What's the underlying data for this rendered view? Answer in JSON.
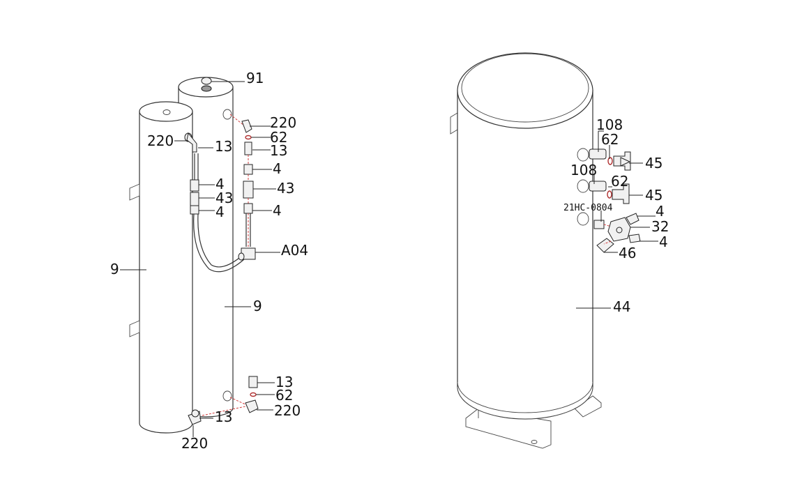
{
  "left_assembly": {
    "labels": {
      "l91": "91",
      "l220_a": "220",
      "l62_a": "62",
      "l13_a": "13",
      "l4_a": "4",
      "l43_a": "43",
      "l4_b": "4",
      "lA04": "A04",
      "l220_b": "220",
      "l13_b": "13",
      "l4_c": "4",
      "l43_b": "43",
      "l4_d": "4",
      "l9_a": "9",
      "l9_b": "9",
      "l13_c": "13",
      "l62_b": "62",
      "l220_c": "220",
      "l13_d": "13",
      "l220_d": "220"
    }
  },
  "right_assembly": {
    "labels": {
      "l108_a": "108",
      "l62_a": "62",
      "l45_a": "45",
      "l108_b": "108",
      "l62_b": "62",
      "l45_b": "45",
      "l21hc": "21HC-0804",
      "l4_a": "4",
      "l32": "32",
      "l4_b": "4",
      "l46": "46",
      "l44": "44"
    }
  }
}
